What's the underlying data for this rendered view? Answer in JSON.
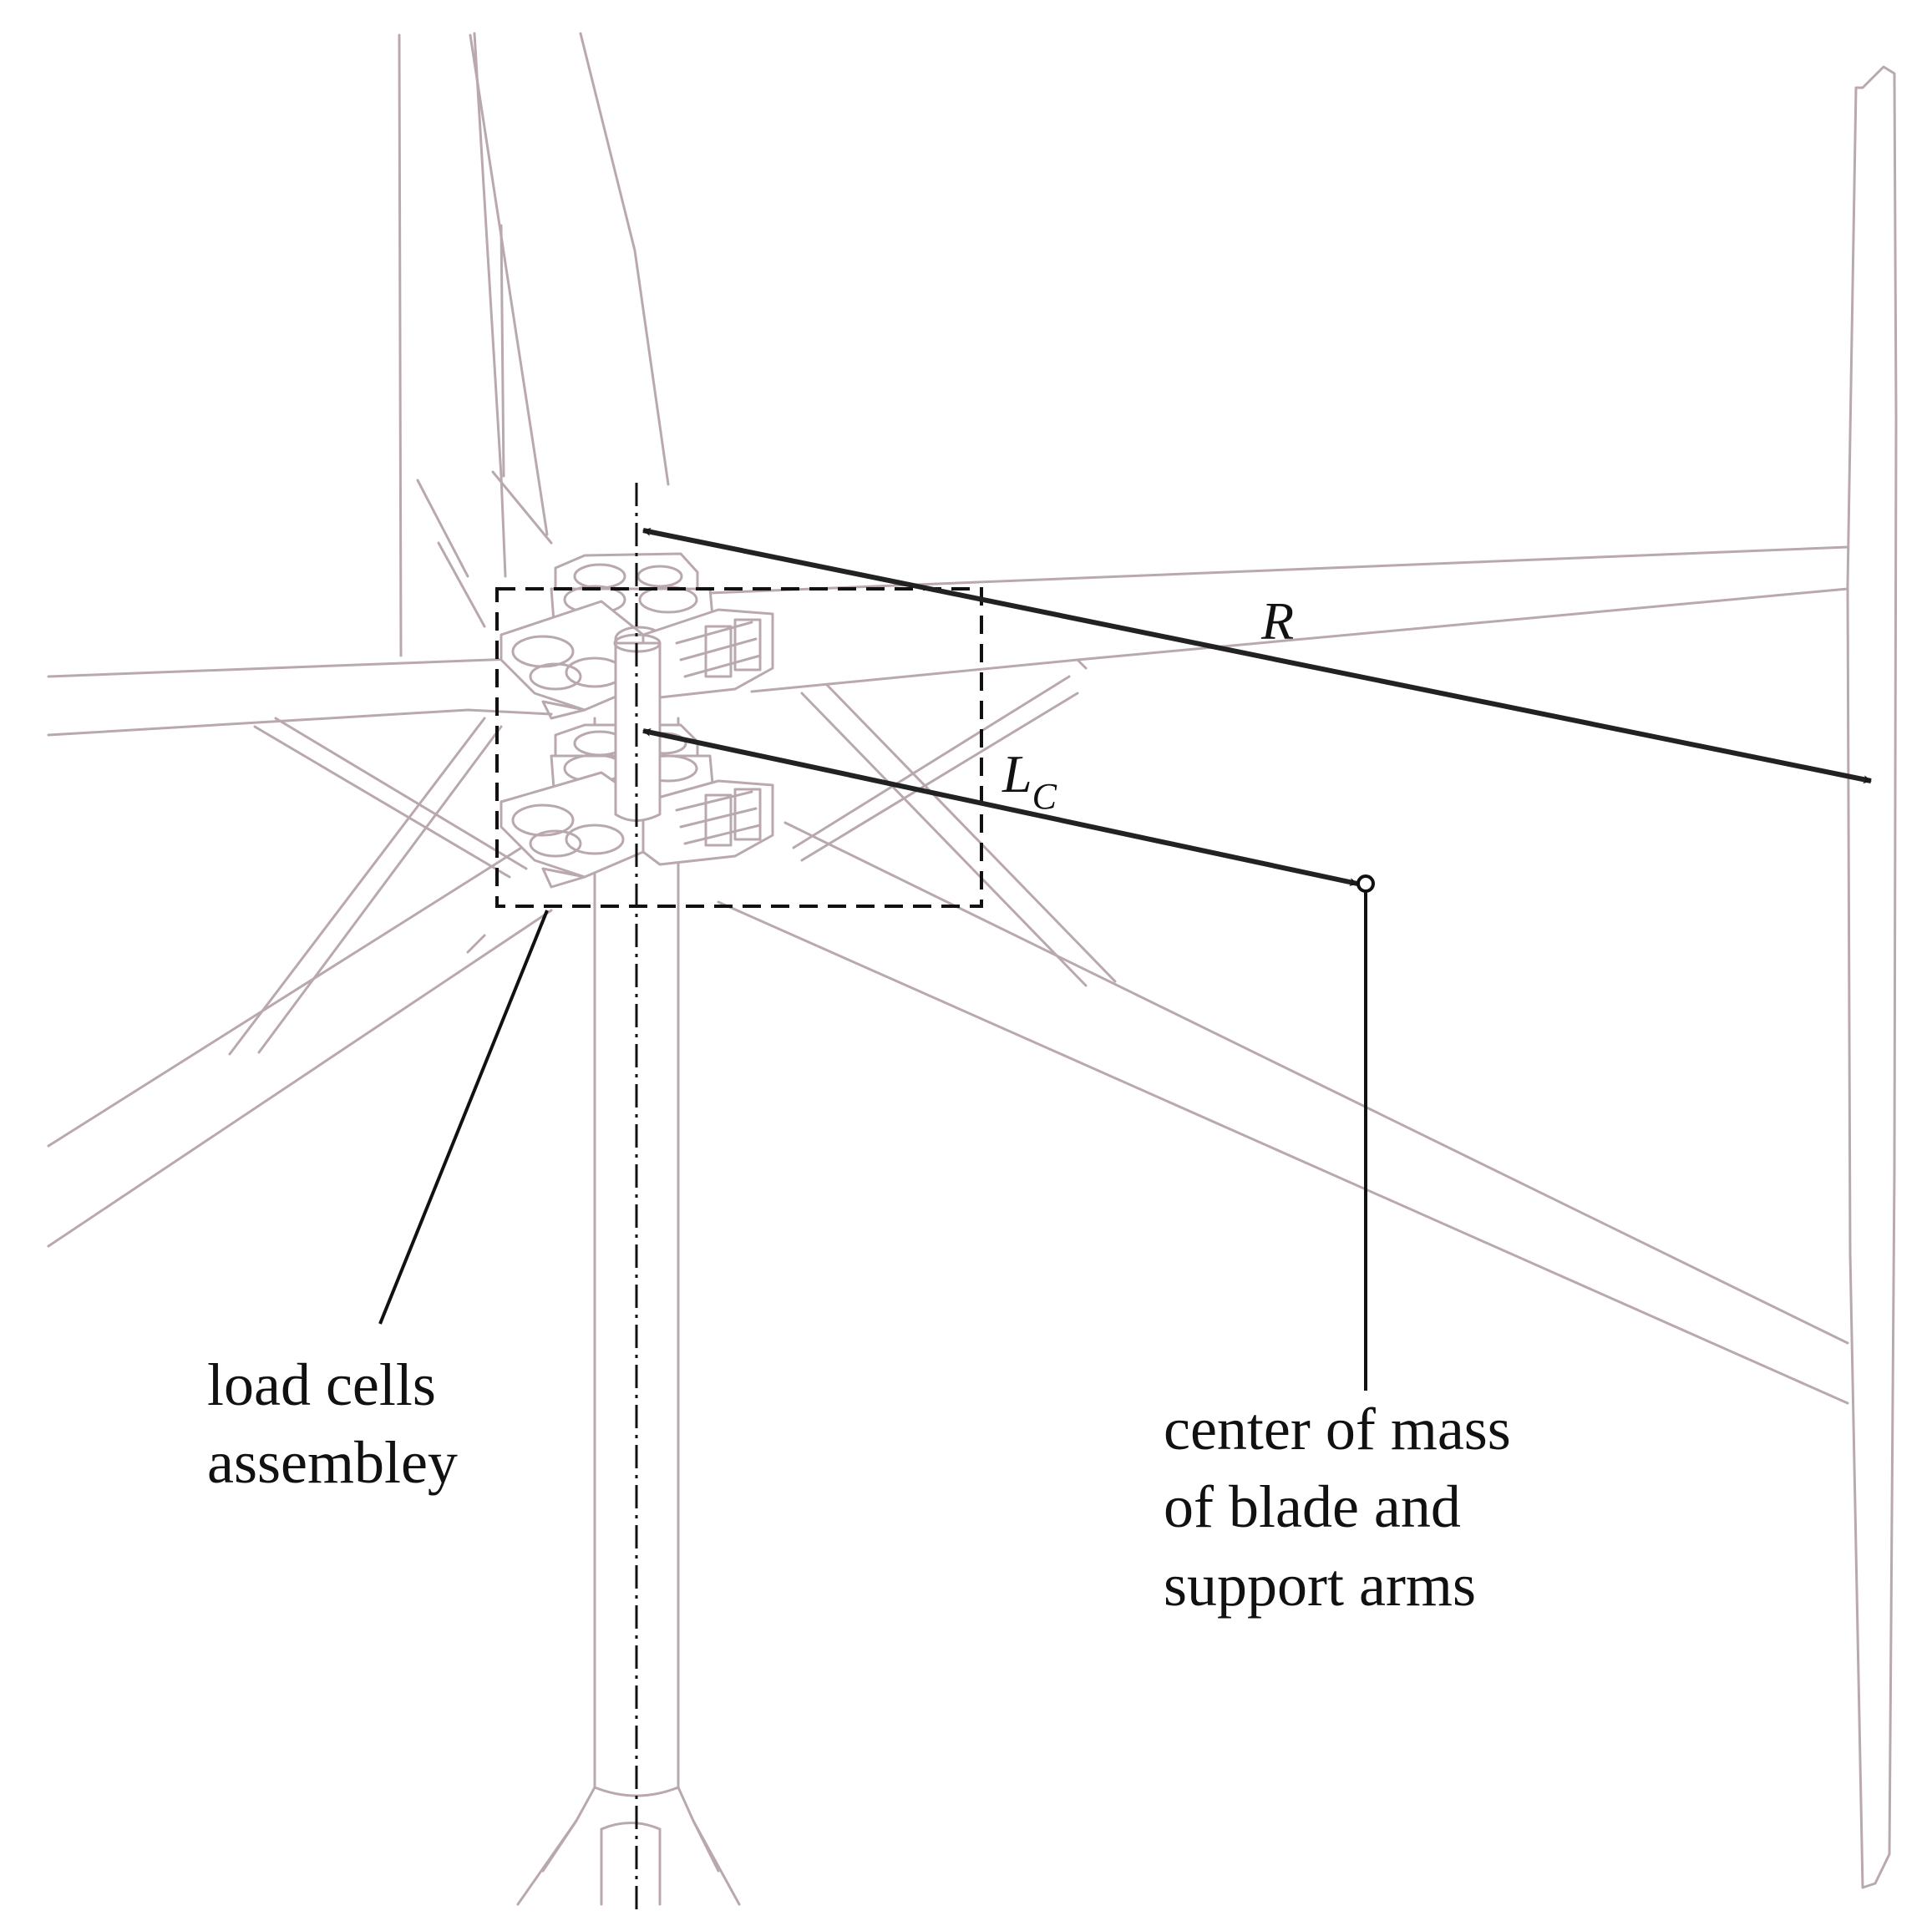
{
  "dimensions": {
    "radius_symbol": "R",
    "cm_distance_symbol": "L",
    "cm_distance_subscript": "C"
  },
  "labels": {
    "load_cells": [
      "load cells",
      "assembley"
    ],
    "center_of_mass": [
      "center of mass",
      "of blade and",
      "support arms"
    ]
  },
  "colors": {
    "structure_line": "#b9a9ad",
    "annotation": "#111111"
  }
}
